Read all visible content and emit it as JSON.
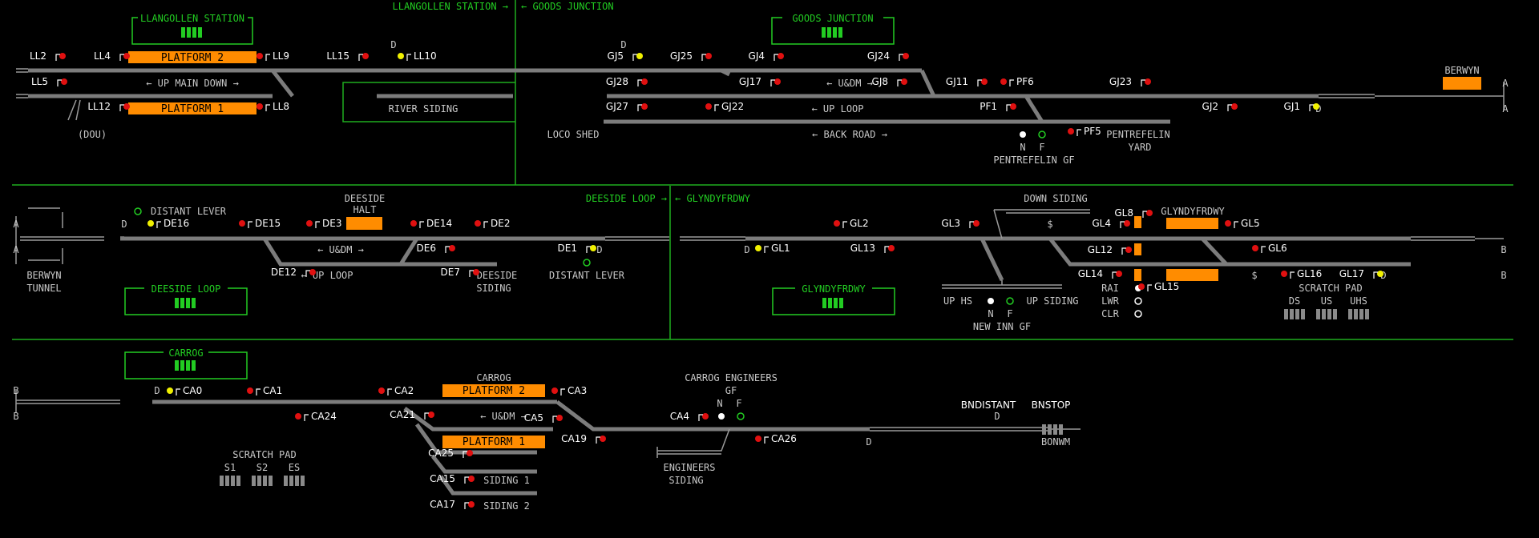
{
  "colors": {
    "track": "#7c7c7c",
    "signal_red": "#e01010",
    "signal_yellow": "#f0f000",
    "platform": "#ff8c00",
    "box_green": "#22cc22",
    "text": "#c8c8c8"
  },
  "headers": {
    "llangollen_station": "LLANGOLLEN STATION",
    "llangollen_goods": "LLANGOLLEN STATION →",
    "goods_junction_arrow": "← GOODS JUNCTION",
    "goods_junction": "GOODS JUNCTION",
    "deeside_loop_arrow": "DEESIDE LOOP →",
    "glyndyfrdwy_arrow": "← GLYNDYFRDWY",
    "deeside_loop": "DEESIDE LOOP",
    "glyndyfrdwy": "GLYNDYFRDWY",
    "carrog": "CARROG"
  },
  "row1": {
    "platforms": {
      "p2": "PLATFORM 2",
      "p1": "PLATFORM 1",
      "berwyn": "BERWYN"
    },
    "labels": {
      "up_main_down": "← UP MAIN DOWN →",
      "river_siding": "RIVER SIDING",
      "loco_shed": "LOCO SHED",
      "back_road": "← BACK ROAD →",
      "udm": "← U&DM →",
      "up_loop": "← UP LOOP",
      "dou": "(DOU)",
      "pentrefelin_gf": "PENTREFELIN GF",
      "pentrefelin": "PENTREFELIN",
      "yard": "YARD",
      "n": "N",
      "f": "F",
      "d1": "D",
      "d2": "D",
      "a1": "A",
      "a2": "A",
      "d3": "D"
    },
    "signals": {
      "ll2": "LL2",
      "ll4": "LL4",
      "ll9": "LL9",
      "ll5": "LL5",
      "ll12": "LL12",
      "ll8": "LL8",
      "ll15": "LL15",
      "ll10": "LL10",
      "gj5": "GJ5",
      "gj25": "GJ25",
      "gj4": "GJ4",
      "gj24": "GJ24",
      "gj28": "GJ28",
      "gj17": "GJ17",
      "gj8": "GJ8",
      "gj11": "GJ11",
      "pf6": "PF6",
      "gj23": "GJ23",
      "gj27": "GJ27",
      "gj22": "GJ22",
      "pf1": "PF1",
      "gj2": "GJ2",
      "gj1": "GJ1",
      "pf5": "PF5"
    }
  },
  "row2": {
    "labels": {
      "distant_lever1": "DISTANT LEVER",
      "deeside_halt1": "DEESIDE",
      "deeside_halt2": "HALT",
      "udm": "← U&DM →",
      "up_loop": "← UP LOOP",
      "deeside_siding1": "DEESIDE",
      "deeside_siding2": "SIDING",
      "distant_lever2": "DISTANT LEVER",
      "berwyn_tunnel1": "BERWYN",
      "berwyn_tunnel2": "TUNNEL",
      "down_siding": "DOWN SIDING",
      "glyndyfrdwy": "GLYNDYFRDWY",
      "up_hs": "UP HS",
      "up_siding": "UP SIDING",
      "new_inn_gf": "NEW INN GF",
      "n": "N",
      "f": "F",
      "rai": "RAI",
      "lwr": "LWR",
      "clr": "CLR",
      "scratch_pad": "SCRATCH PAD",
      "ds": "DS",
      "us": "US",
      "uhs": "UHS",
      "a1": "A",
      "a2": "A",
      "b1": "B",
      "b2": "B",
      "dollar1": "$",
      "dollar2": "$",
      "d1": "D",
      "d2": "D",
      "d3": "D",
      "d4": "D"
    },
    "signals": {
      "de16": "DE16",
      "de15": "DE15",
      "de3": "DE3",
      "de14": "DE14",
      "de2": "DE2",
      "de12": "DE12",
      "de6": "DE6",
      "de7": "DE7",
      "de1": "DE1",
      "gl1": "GL1",
      "gl2": "GL2",
      "gl13": "GL13",
      "gl3": "GL3",
      "gl4": "GL4",
      "gl8": "GL8",
      "gl5": "GL5",
      "gl12": "GL12",
      "gl14": "GL14",
      "gl15": "GL15",
      "gl6": "GL6",
      "gl16": "GL16",
      "gl17": "GL17"
    }
  },
  "row3": {
    "platforms": {
      "p2": "PLATFORM 2",
      "p1": "PLATFORM 1"
    },
    "labels": {
      "carrog": "CARROG",
      "udm": "← U&DM →",
      "siding1": "SIDING 1",
      "siding2": "SIDING 2",
      "carrog_eng1": "CARROG ENGINEERS",
      "carrog_eng2": "GF",
      "eng_siding1": "ENGINEERS",
      "eng_siding2": "SIDING",
      "scratch_pad": "SCRATCH PAD",
      "s1": "S1",
      "s2": "S2",
      "es": "ES",
      "bndistant": "BNDISTANT",
      "bnstop": "BNSTOP",
      "bonwm": "BONWM",
      "n": "N",
      "f": "F",
      "b1": "B",
      "b2": "B",
      "d1": "D",
      "d2": "D",
      "d3": "D"
    },
    "signals": {
      "ca0": "CA0",
      "ca1": "CA1",
      "ca2": "CA2",
      "ca3": "CA3",
      "ca24": "CA24",
      "ca21": "CA21",
      "ca5": "CA5",
      "ca4": "CA4",
      "ca19": "CA19",
      "ca26": "CA26",
      "ca25": "CA25",
      "ca15": "CA15",
      "ca17": "CA17"
    }
  }
}
